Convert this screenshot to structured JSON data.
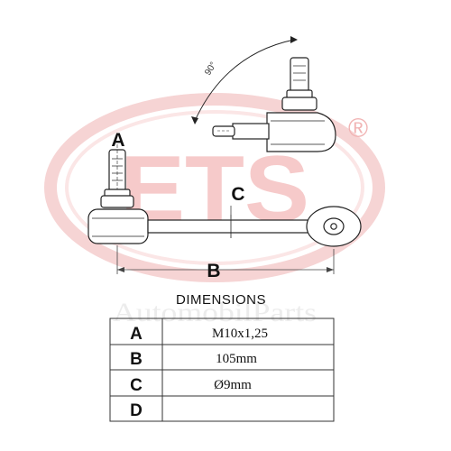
{
  "watermark": {
    "brand": "ETS",
    "registered_mark": "®",
    "subtitle": "AutomobilParts"
  },
  "drawing": {
    "angle_label": "90°",
    "labels": {
      "a": "A",
      "b": "B",
      "c": "C"
    }
  },
  "dimensions": {
    "title": "DIMENSIONS",
    "rows": [
      {
        "key": "A",
        "value": "M10x1,25"
      },
      {
        "key": "B",
        "value": "105mm"
      },
      {
        "key": "C",
        "value": "Ø9mm"
      },
      {
        "key": "D",
        "value": ""
      }
    ]
  }
}
